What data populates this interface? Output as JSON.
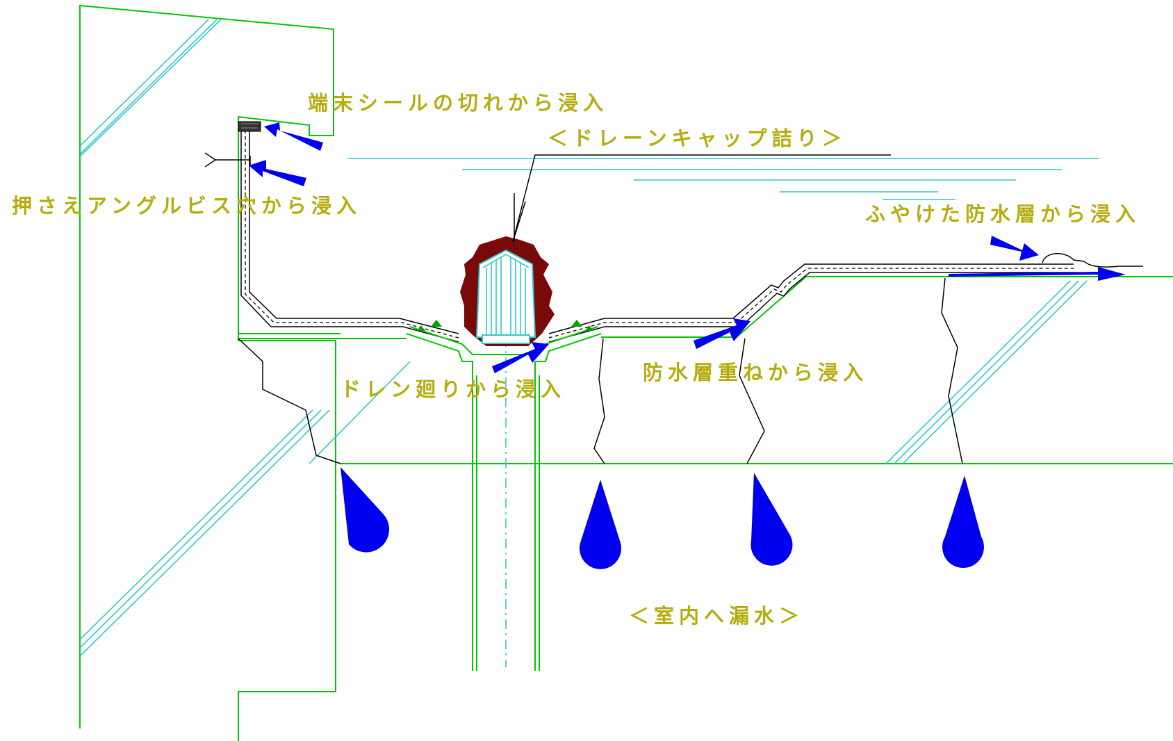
{
  "labels": {
    "edge_seal": "端末シールの切れから浸入",
    "drain_cap": "＜ドレーンキャップ詰り＞",
    "angle_screw": "押さえアングルビス穴から浸入",
    "swollen_layer": "ふやけた防水層から浸入",
    "layer_overlap": "防水層重ねから浸入",
    "around_drain": "ドレン廻りから浸入",
    "indoor_leak": "＜室内へ漏水＞"
  },
  "colors": {
    "label": "#b5ac0e",
    "structure": "#00c800",
    "hatch": "#2ec9c9",
    "arrow": "#0000ee",
    "debris": "#7a0a0a"
  }
}
